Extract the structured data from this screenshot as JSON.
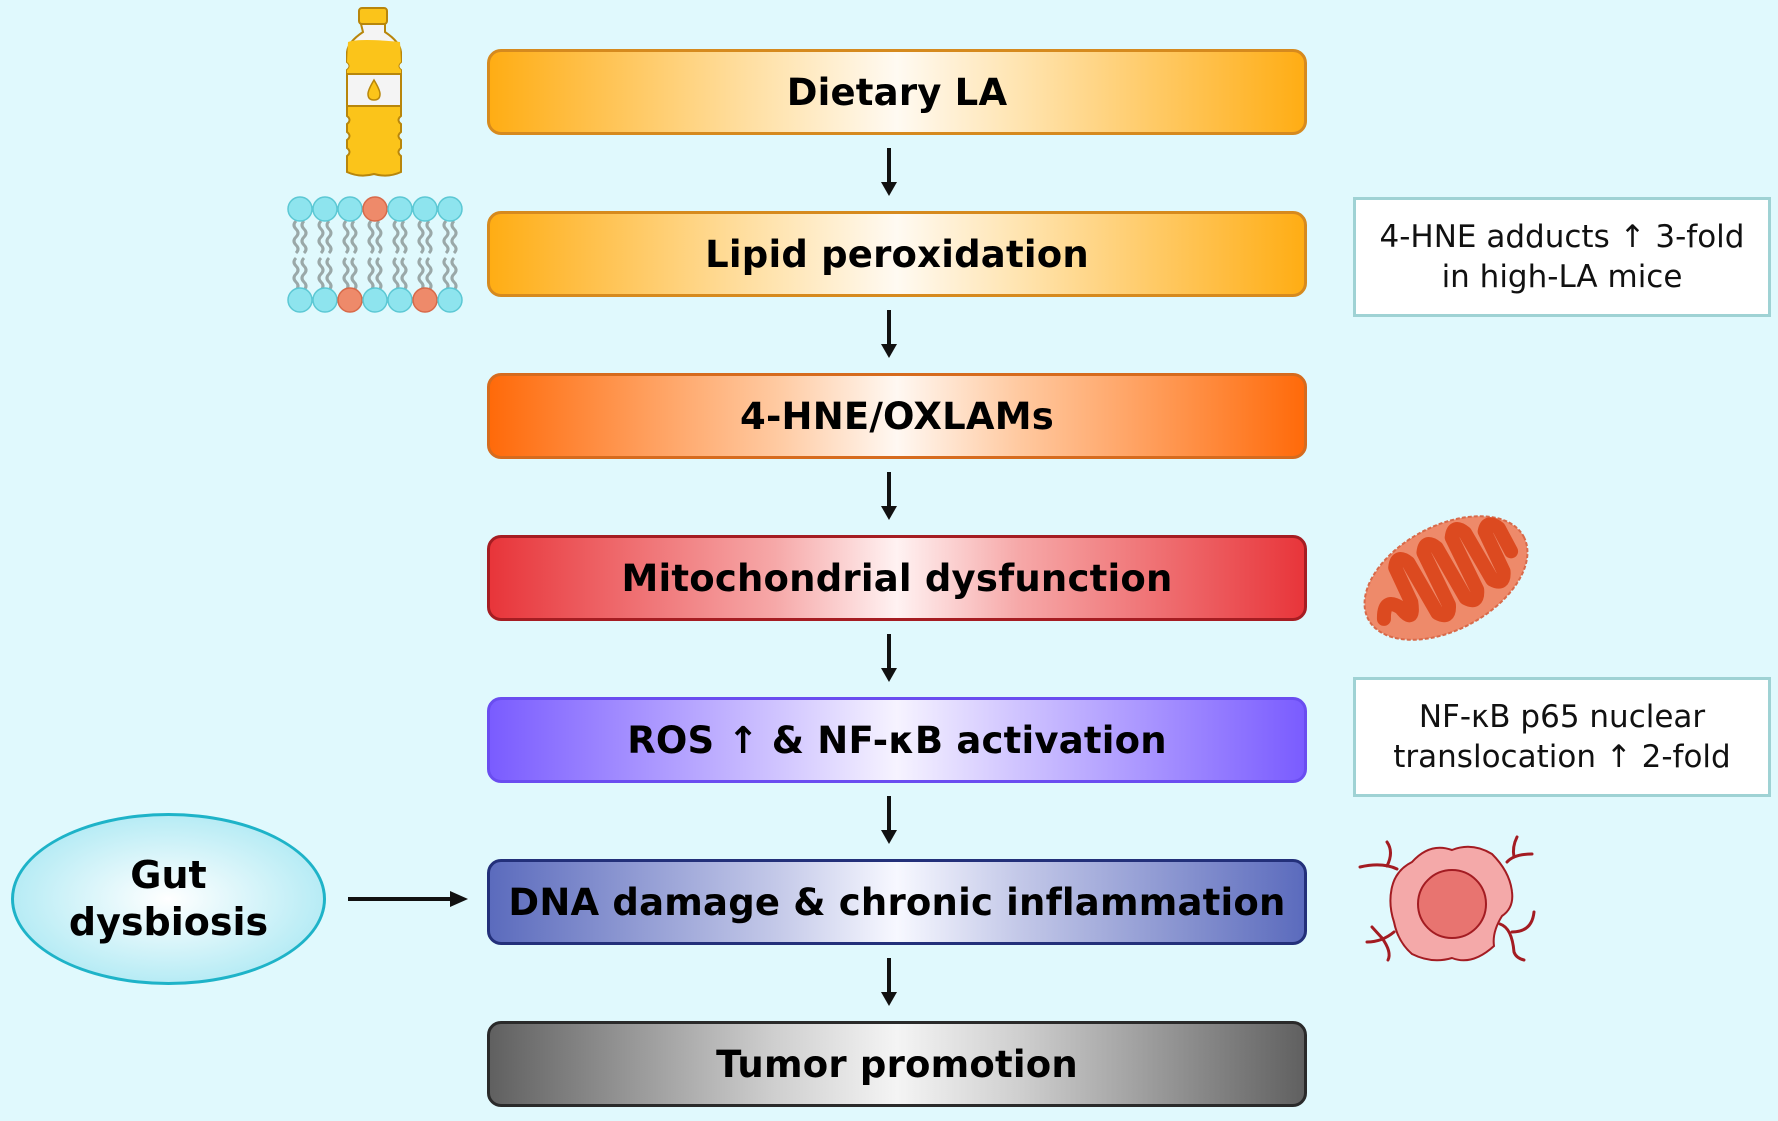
{
  "pathway": {
    "steps": [
      {
        "label": "Dietary LA"
      },
      {
        "label": "Lipid peroxidation"
      },
      {
        "label": "4-HNE/OXLAMs"
      },
      {
        "label": "Mitochondrial dysfunction"
      },
      {
        "label": "ROS ↑ & NF-κB activation"
      },
      {
        "label": "DNA damage & chronic inflammation"
      },
      {
        "label": "Tumor promotion"
      }
    ]
  },
  "side_input": {
    "line1": "Gut",
    "line2": "dysbiosis"
  },
  "annotations": [
    {
      "line1": "4-HNE adducts ↑ 3-fold",
      "line2": "in high-LA mice"
    },
    {
      "line1": "NF-κB p65 nuclear",
      "line2": "translocation ↑ 2-fold"
    }
  ],
  "icons": {
    "bottle": "oil-bottle-icon",
    "membrane": "lipid-bilayer-icon",
    "mitochondrion": "mitochondrion-icon",
    "cell": "tumor-cell-icon"
  },
  "colors": {
    "background": "#e0f9fd",
    "arrow": "#111111"
  }
}
